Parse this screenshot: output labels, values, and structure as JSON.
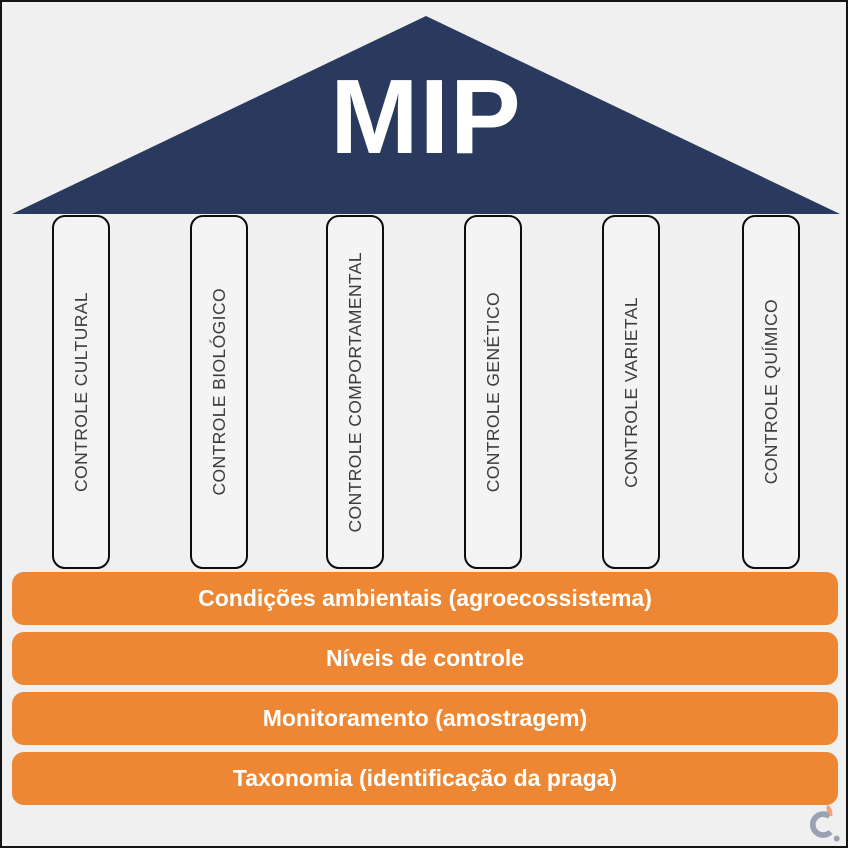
{
  "page": {
    "title": "MIP",
    "columns": [
      {
        "label": "CONTROLE CULTURAL"
      },
      {
        "label": "CONTROLE BIOLÓGICO"
      },
      {
        "label": "CONTROLE COMPORTAMENTAL"
      },
      {
        "label": "CONTROLE GENÉTICO"
      },
      {
        "label": "CONTROLE VARIETAL"
      },
      {
        "label": "CONTROLE QUÍMICO"
      }
    ],
    "foundations": [
      {
        "label": "Condições ambientais (agroecossistema)"
      },
      {
        "label": "Níveis de controle"
      },
      {
        "label": "Monitoramento (amostragem)"
      },
      {
        "label": "Taxonomia (identificação da praga)"
      }
    ],
    "colors": {
      "roof": "#2a3a5f",
      "foundation_bar": "#ed8733",
      "background": "#f0f0f1",
      "pillar_fill": "#f4f4f5",
      "pillar_border": "#0d0d0d",
      "pillar_text": "#3d3d3d",
      "text_on_color": "#ffffff",
      "logo_gray": "#99a1b3",
      "logo_accent": "#f0a376"
    },
    "logo": {
      "name": "c-dot-logo"
    }
  }
}
